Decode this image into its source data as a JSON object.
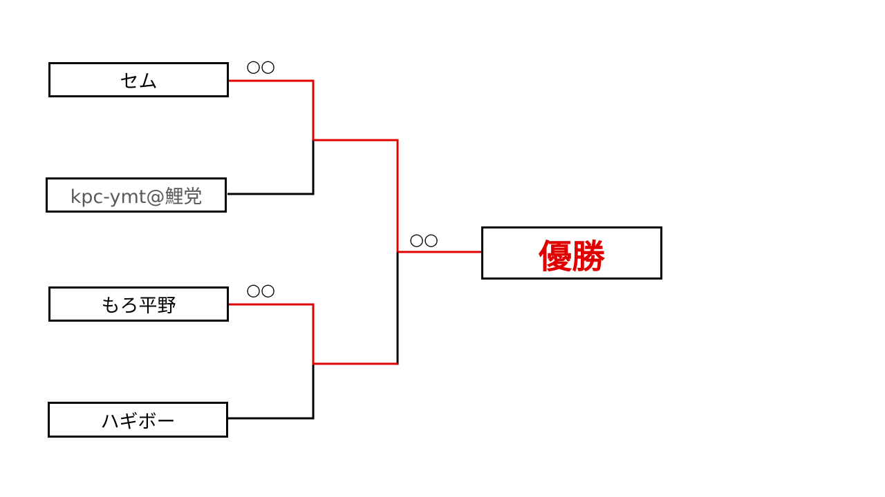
{
  "bracket": {
    "players": [
      {
        "name": "セム"
      },
      {
        "name": "kpc-ymt@鯉党"
      },
      {
        "name": "もろ平野"
      },
      {
        "name": "ハギボー"
      }
    ],
    "champion_label": "優勝",
    "marks": {
      "semi_top": "○○",
      "semi_bottom": "○○",
      "final": "○○"
    },
    "colors": {
      "winner_line": "#e00000",
      "loser_line": "#000000",
      "champion_text": "#e00000"
    }
  }
}
